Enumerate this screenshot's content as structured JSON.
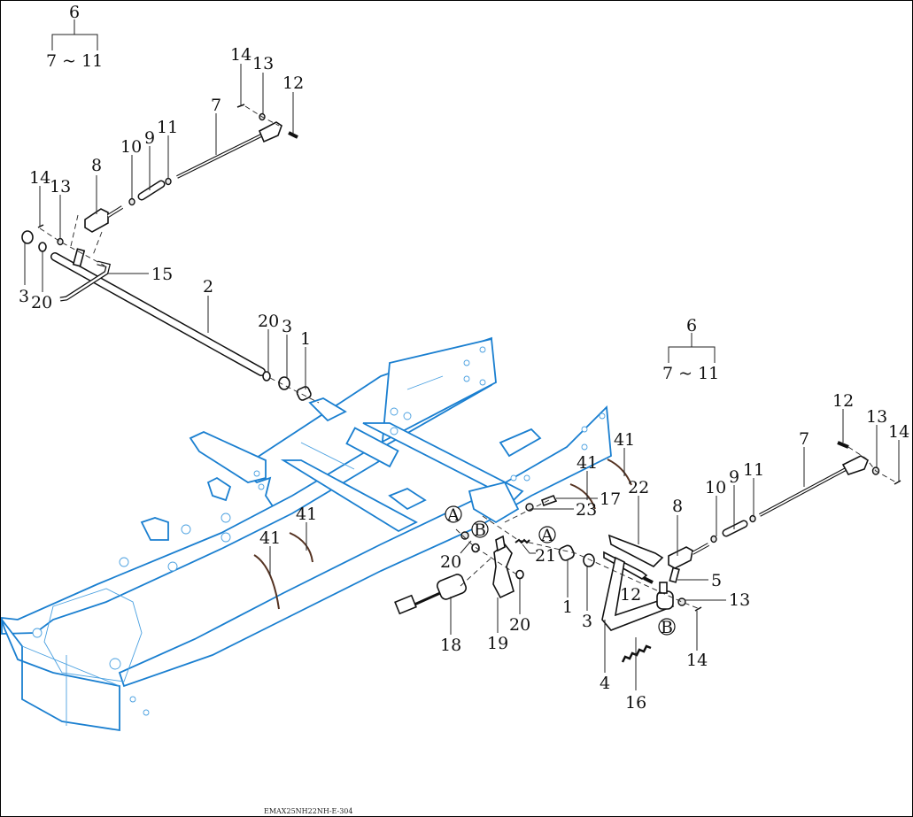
{
  "diagram": {
    "title_code": "EMAX25NH22NH-E-304",
    "frame_color": "#1a7fd0",
    "assembly_groups": [
      {
        "id": "left",
        "parent": "6",
        "range_label": "7 ~ 11"
      },
      {
        "id": "right",
        "parent": "6",
        "range_label": "7 ~ 11"
      }
    ],
    "callouts": {
      "left_rod": {
        "n14a": "14",
        "n13a": "13",
        "n12": "12",
        "n7": "7",
        "n11": "11",
        "n9": "9",
        "n10": "10",
        "n8": "8",
        "n14b": "14",
        "n13b": "13",
        "n3": "3",
        "n20": "20",
        "n15": "15",
        "n2": "2"
      },
      "shaft_end": {
        "n20": "20",
        "n3": "3",
        "n1": "1"
      },
      "frame": {
        "n41a": "41",
        "n41b": "41",
        "n41c": "41",
        "n41d": "41",
        "n17": "17",
        "n23": "23",
        "n22": "22"
      },
      "pedal": {
        "n20a": "20",
        "n21": "21",
        "n1": "1",
        "n3": "3",
        "n18": "18",
        "n19": "19",
        "n20b": "20",
        "n4": "4",
        "n16": "16",
        "n12": "12",
        "n5": "5",
        "n13": "13",
        "n14": "14",
        "n8": "8"
      },
      "right_rod": {
        "n12": "12",
        "n13": "13",
        "n14": "14",
        "n7": "7",
        "n11": "11",
        "n9": "9",
        "n10": "10"
      }
    },
    "reference_marks": {
      "a1": "A",
      "b1": "B",
      "a2": "A",
      "b2": "B"
    }
  }
}
